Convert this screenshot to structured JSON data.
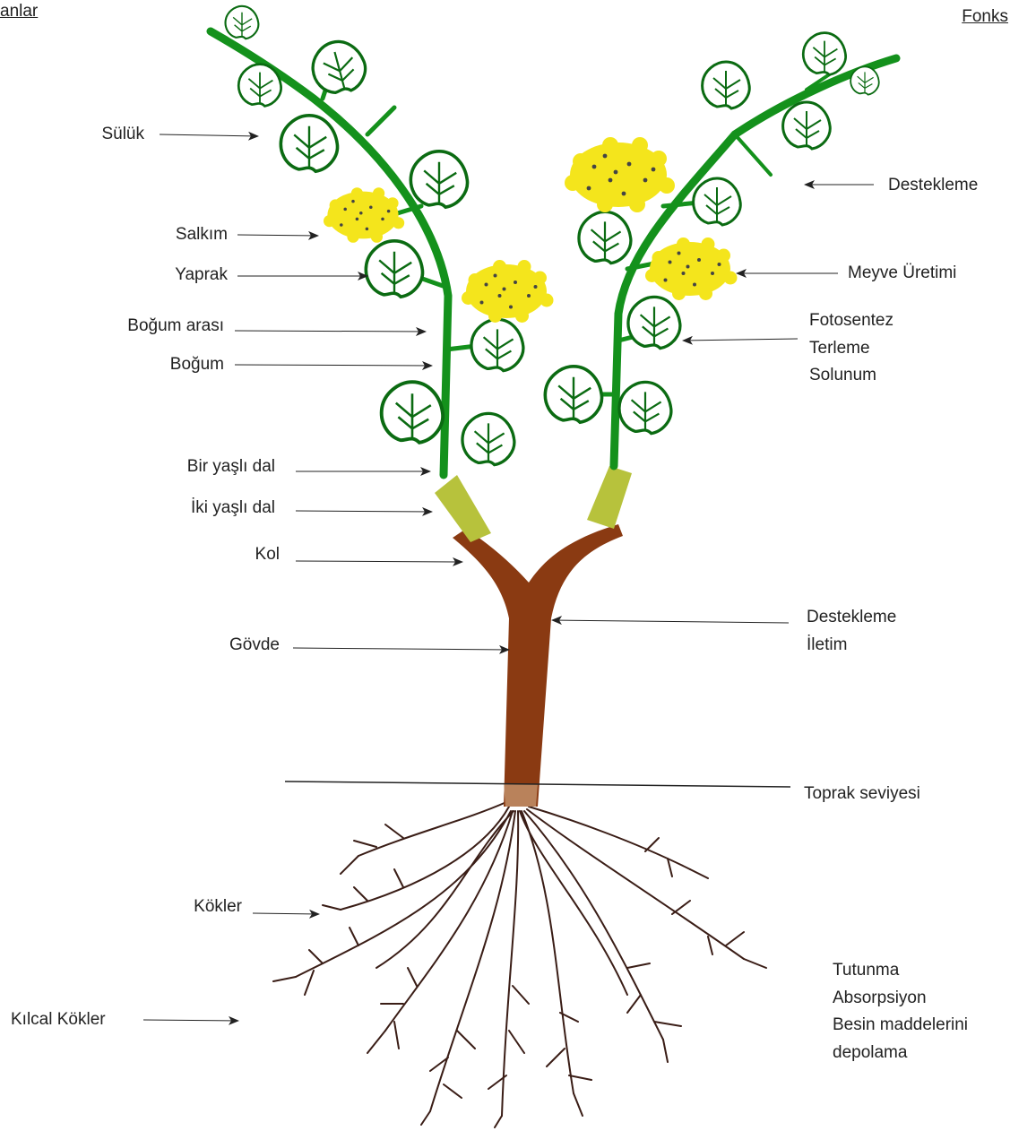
{
  "headers": {
    "left": "anlar",
    "right": "Fonks"
  },
  "labels": {
    "suluk": "Sülük",
    "salkim": "Salkım",
    "yaprak": "Yaprak",
    "bogum_arasi": "Boğum arası",
    "bogum": "Boğum",
    "bir_yasli_dal": "Bir yaşlı dal",
    "iki_yasli_dal": "İki yaşlı dal",
    "kol": "Kol",
    "govde": "Gövde",
    "kokler": "Kökler",
    "kilcal_kokler": "Kılcal Kökler",
    "toprak_seviyesi": "Toprak seviyesi"
  },
  "functions": {
    "destekleme_top": "Destekleme",
    "meyve_uretimi": "Meyve Üretimi",
    "leaf": [
      "Fotosentez",
      "Terleme",
      "Solunum"
    ],
    "trunk": [
      "Destekleme",
      "İletim"
    ],
    "roots": [
      "Tutunma",
      "Absorpsiyon",
      "Besin maddelerini",
      "depolama"
    ]
  },
  "colors": {
    "shoot": "#14911c",
    "leaf_outline": "#0b6b12",
    "cluster": "#f4e51c",
    "trunk": "#8a3a12",
    "young_wood": "#b7c23c",
    "root": "#3a1d16",
    "arrow": "#222222"
  }
}
